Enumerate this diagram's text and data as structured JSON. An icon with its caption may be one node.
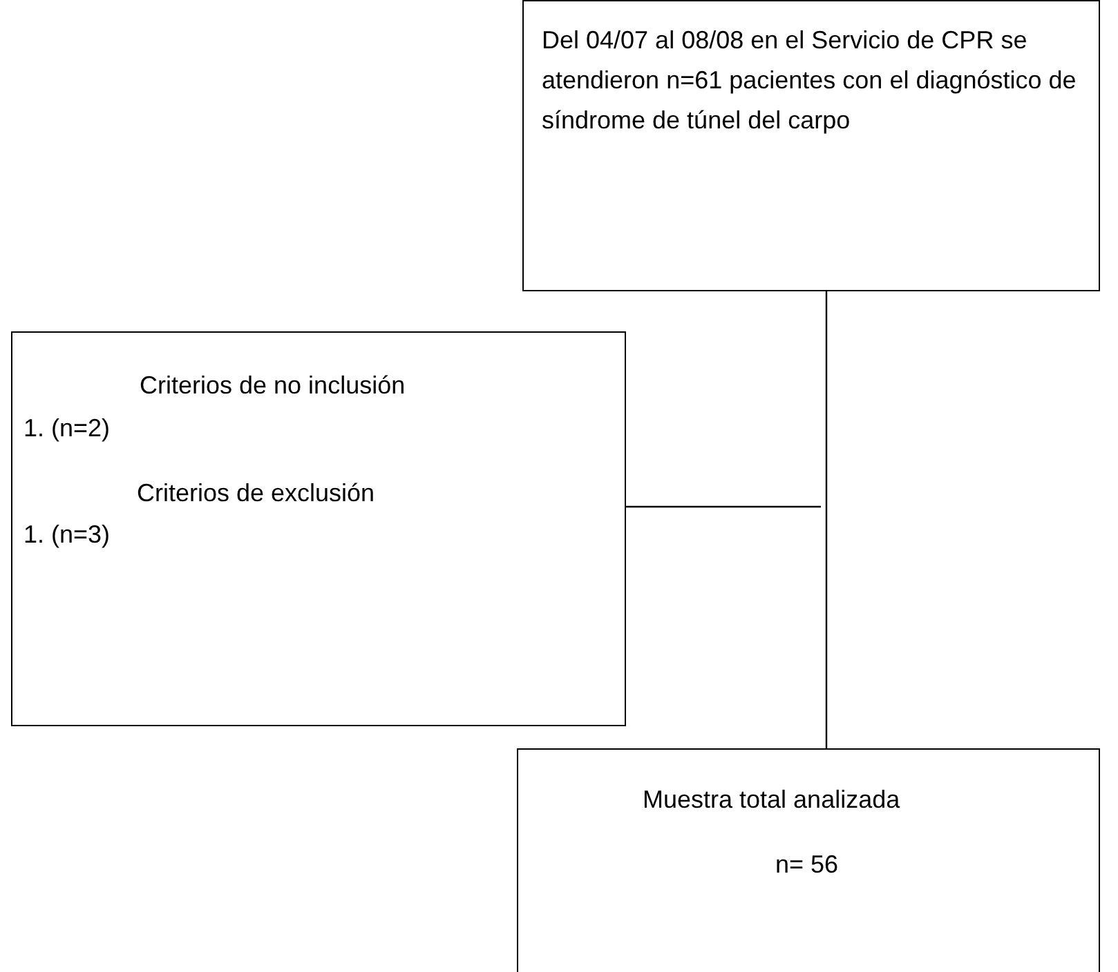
{
  "diagram": {
    "nodes": [
      {
        "text": [
          "Del 04/07 al 08/08 en el Servicio de CPR se atendieron n=61 pacientes con el diagnóstico de síndrome de túnel del carpo"
        ]
      },
      {
        "text": [
          "Criterios de no inclusión",
          "1. (n=2)",
          "Criterios de exclusión",
          "1. (n=3)"
        ]
      },
      {
        "text": [
          "Muestra total analizada",
          "n= 56"
        ]
      }
    ],
    "edges": [
      {
        "from": 0,
        "to": 2,
        "arrow": "none"
      },
      {
        "from": 1,
        "to": null,
        "arrow": "none"
      }
    ]
  }
}
